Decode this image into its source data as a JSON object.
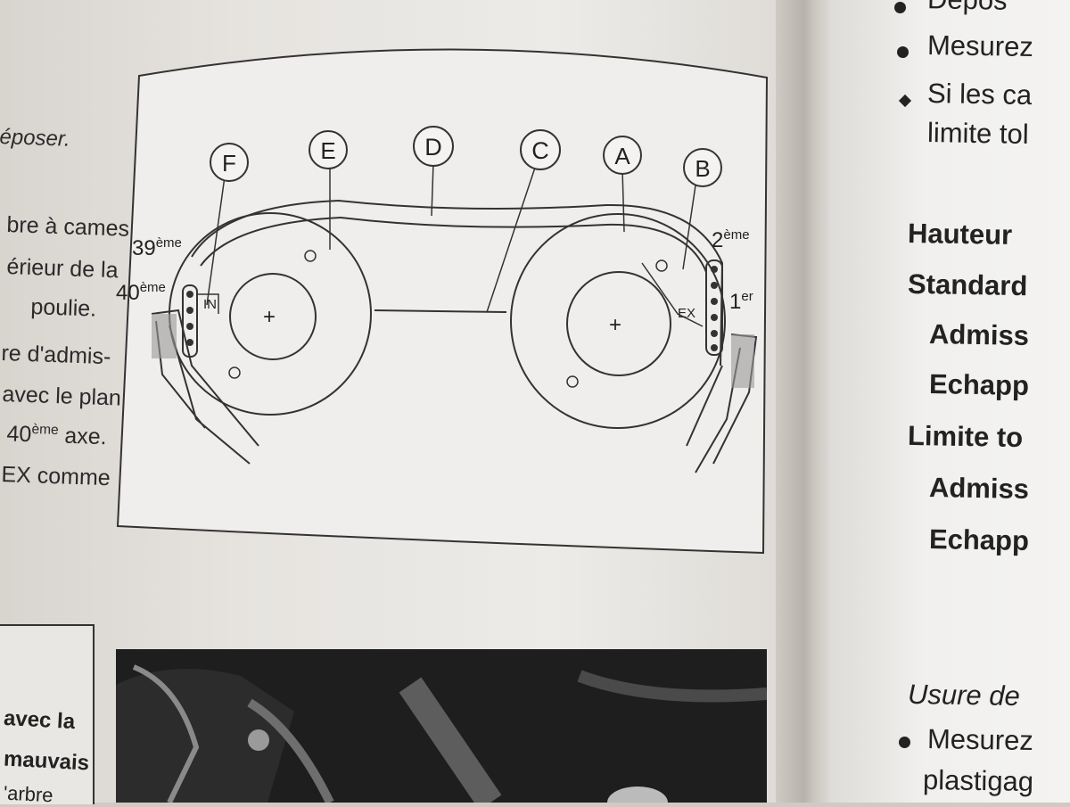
{
  "left_column_text": [
    "époser.",
    "bre à cames",
    "érieur de la",
    "poulie.",
    "re d'admis-",
    "avec le plan",
    "40",
    "ème",
    " axe.",
    "EX comme"
  ],
  "diagram": {
    "circle_labels": [
      "F",
      "E",
      "D",
      "C",
      "A",
      "B"
    ],
    "left_labels": {
      "l39": "39",
      "l39_sup": "ème",
      "l40": "40",
      "l40_sup": "ème",
      "in": "IN"
    },
    "right_labels": {
      "l2": "2",
      "l2_sup": "ème",
      "l1": "1",
      "l1_sup": "er",
      "ex": "EX"
    },
    "center_mark": "+"
  },
  "bottom_left_box": [
    "avec la",
    "mauvais",
    "'arbre"
  ],
  "right_page": {
    "items": [
      {
        "bullet": "dot",
        "text": "Dépos"
      },
      {
        "bullet": "dot",
        "text": "Mesurez"
      },
      {
        "bullet": "diamond",
        "text": "Si les ca"
      },
      {
        "bullet": "",
        "text": "limite tol"
      }
    ],
    "spec_heading": "Hauteur",
    "standard": "Standard",
    "standard_adm": "Admiss",
    "standard_ech": "Echapp",
    "limite": "Limite to",
    "limite_adm": "Admiss",
    "limite_ech": "Echapp",
    "usure": "Usure de",
    "mesurez2": "Mesurez",
    "plastigage": "plastigag"
  }
}
